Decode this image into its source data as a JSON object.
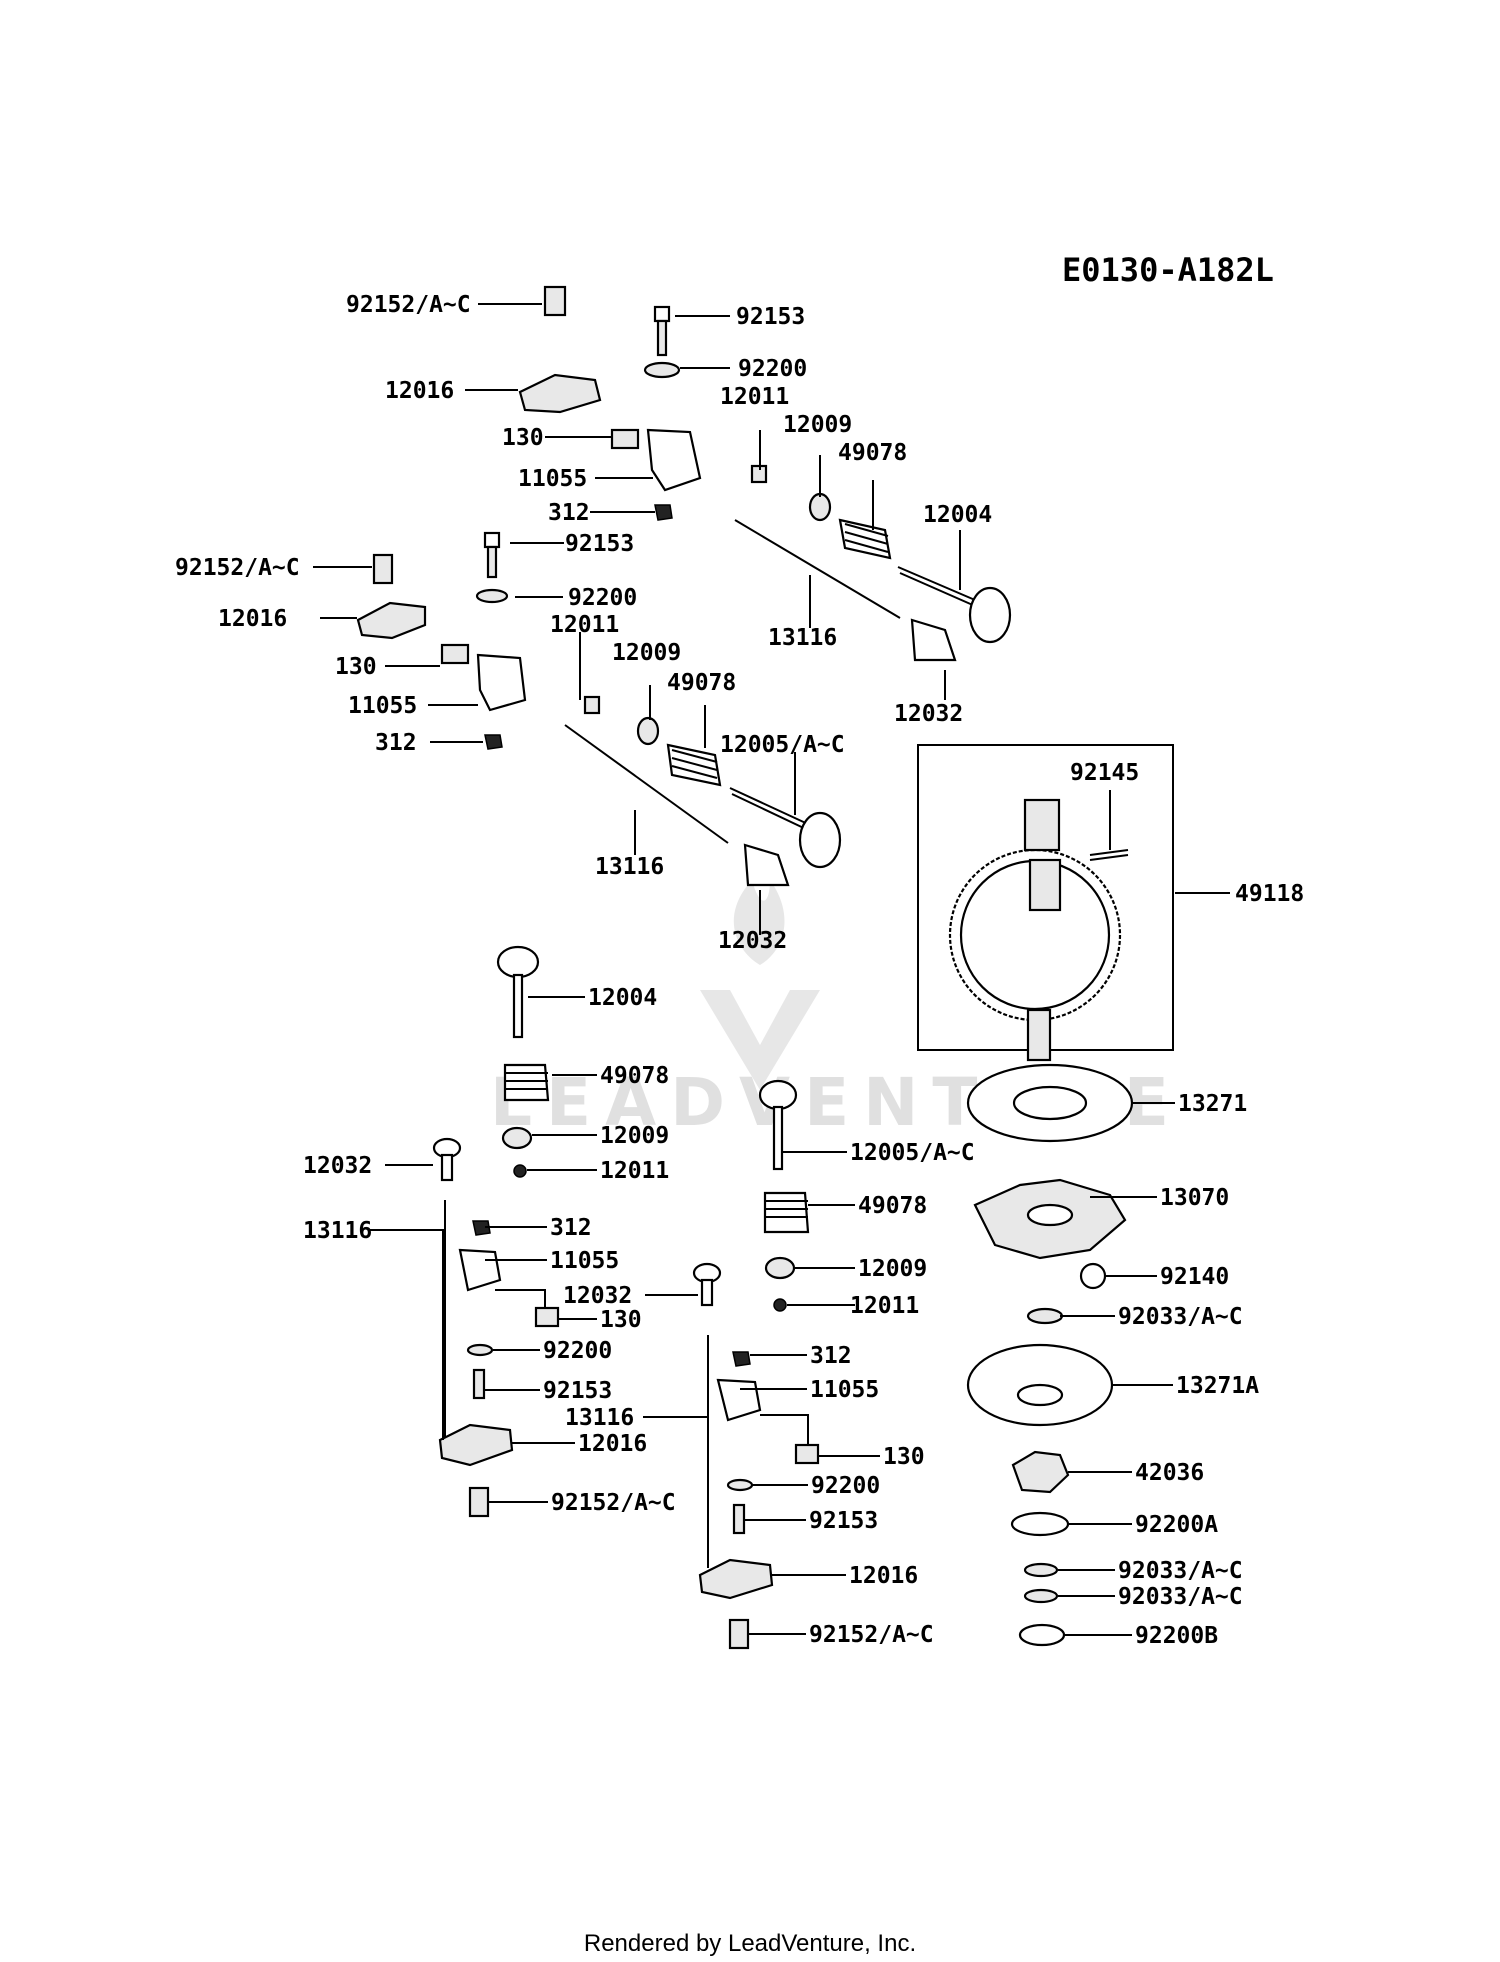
{
  "diagram": {
    "code": "E0130-A182L",
    "footer": "Rendered by LeadVenture, Inc.",
    "watermark": "LEADVENTURE",
    "labels": {
      "l01": "92153",
      "l02": "92152/A~C",
      "l03": "92200",
      "l04": "12016",
      "l05": "12011",
      "l06": "12009",
      "l07": "130",
      "l08": "49078",
      "l09": "11055",
      "l10": "12004",
      "l11": "312",
      "l12": "92153",
      "l13": "92152/A~C",
      "l14": "92200",
      "l15": "13116",
      "l16": "12016",
      "l17": "12011",
      "l18": "12032",
      "l19": "12009",
      "l20": "130",
      "l21": "49078",
      "l22": "11055",
      "l23": "12005/A~C",
      "l24": "312",
      "l25": "92145",
      "l26": "13116",
      "l27": "49118",
      "l28": "12032",
      "l29": "12004",
      "l30": "49078",
      "l31": "13271",
      "l32": "12009",
      "l33": "12005/A~C",
      "l34": "12032",
      "l35": "12011",
      "l36": "13070",
      "l37": "13116",
      "l38": "312",
      "l39": "49078",
      "l40": "11055",
      "l41": "12009",
      "l42": "92140",
      "l43": "12032",
      "l44": "130",
      "l45": "12011",
      "l46": "92033/A~C",
      "l47": "92200",
      "l48": "312",
      "l49": "92153",
      "l50": "11055",
      "l51": "13271A",
      "l52": "13116",
      "l53": "12016",
      "l54": "130",
      "l55": "42036",
      "l56": "92200",
      "l57": "92152/A~C",
      "l58": "92153",
      "l59": "92200A",
      "l60": "12016",
      "l61": "92033/A~C",
      "l62": "92033/A~C",
      "l63": "92152/A~C",
      "l64": "92200B"
    }
  }
}
